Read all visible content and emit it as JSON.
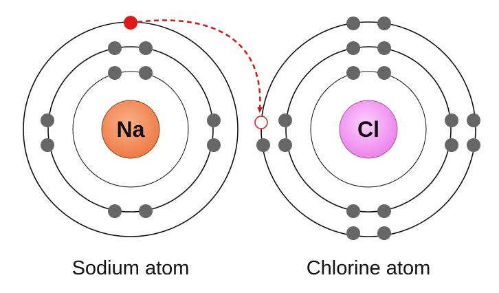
{
  "sodium": {
    "symbol": "Na",
    "caption": "Sodium atom",
    "nucleus_color": "#ef7b45",
    "nucleus_highlight": "#f9b08a",
    "shells": [
      2,
      8,
      1
    ]
  },
  "chlorine": {
    "symbol": "Cl",
    "caption": "Chlorine atom",
    "nucleus_color": "#ee82ee",
    "nucleus_highlight": "#fbd0fb",
    "shells": [
      2,
      8,
      7
    ]
  },
  "transfer": {
    "from": "sodium outer-shell electron",
    "to": "chlorine outer-shell vacancy",
    "electron_color": "#e01818",
    "arrow_color": "#cc1a1a",
    "arrow_style": "dashed"
  },
  "electron_color": "#666666",
  "orbit_color": "#111111"
}
